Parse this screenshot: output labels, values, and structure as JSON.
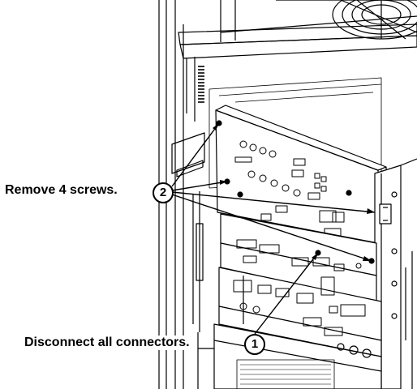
{
  "callouts": {
    "remove_screws": {
      "text": "Remove 4 screws.",
      "number": "2"
    },
    "disconnect_connectors": {
      "text": "Disconnect all connectors.",
      "number": "1"
    }
  }
}
